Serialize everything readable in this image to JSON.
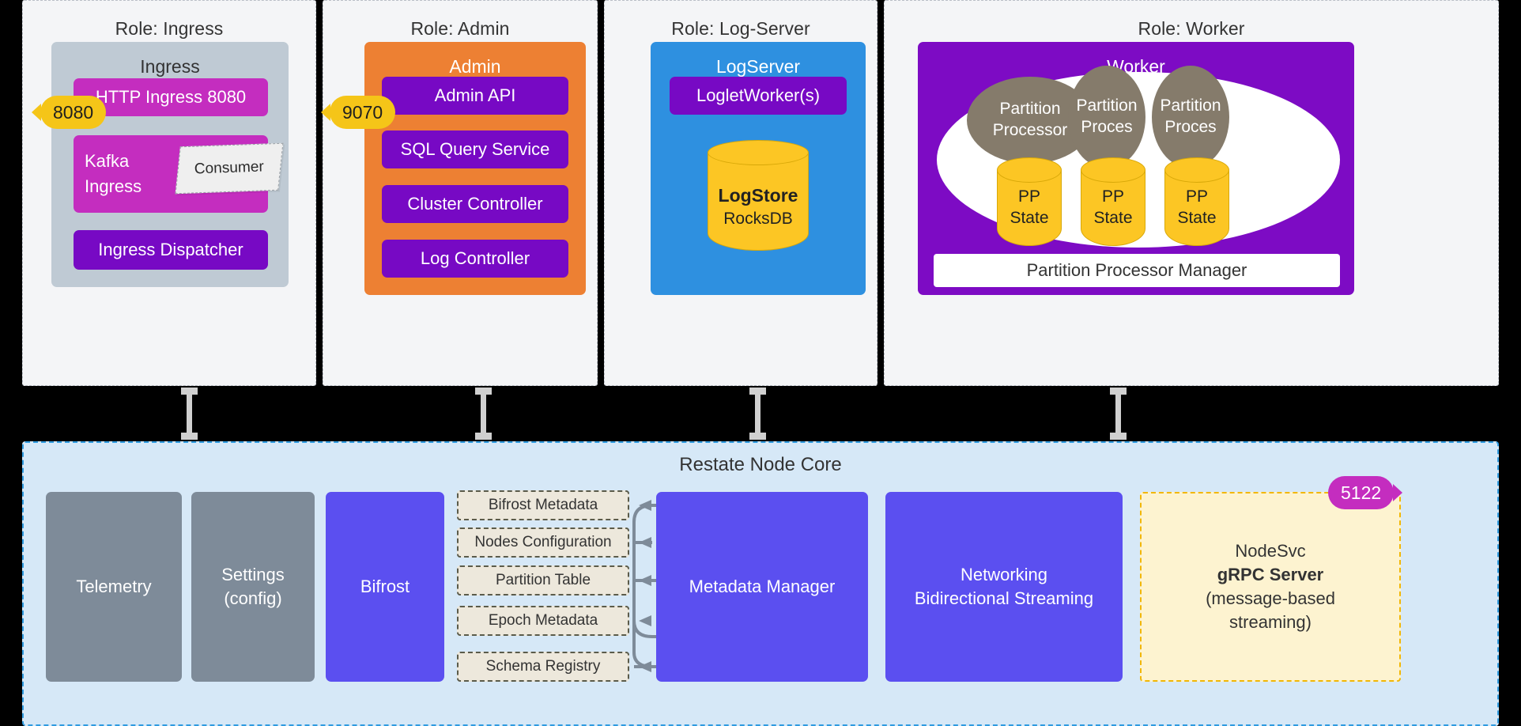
{
  "roles": [
    {
      "role_label": "Role: Ingress",
      "card_title": "Ingress",
      "port": "8080",
      "items": [
        "HTTP Ingress 8080",
        "Kafka Ingress",
        "Ingress Dispatcher"
      ],
      "note_label": "Consumer"
    },
    {
      "role_label": "Role: Admin",
      "card_title": "Admin",
      "port": "9070",
      "items": [
        "Admin API",
        "SQL Query Service",
        "Cluster Controller",
        "Log Controller"
      ]
    },
    {
      "role_label": "Role: Log-Server",
      "card_title": "LogServer",
      "items": [
        "LogletWorker(s)"
      ],
      "store": {
        "title": "LogStore",
        "subtitle": "RocksDB"
      }
    },
    {
      "role_label": "Role: Worker",
      "card_title": "Worker",
      "processors": [
        {
          "label": "Partition Processor",
          "state": "PP State"
        },
        {
          "label": "Partition Proces",
          "state": "PP State"
        },
        {
          "label": "Partition Proces",
          "state": "PP State"
        }
      ],
      "manager": "Partition Processor Manager"
    }
  ],
  "core": {
    "title": "Restate Node Core",
    "boxes": [
      {
        "label": "Telemetry",
        "color": "#7E8B99"
      },
      {
        "label": "Settings\n(config)",
        "line1": "Settings",
        "line2": "(config)",
        "color": "#7E8B99"
      },
      {
        "label": "Bifrost",
        "color": "#5B4FF0"
      },
      {
        "label": "Metadata Manager",
        "color": "#5B4FF0"
      },
      {
        "label": "Networking Bidirectional Streaming",
        "line1": "Networking",
        "line2": "Bidirectional Streaming",
        "color": "#5B4FF0"
      }
    ],
    "metadata_items": [
      "Bifrost Metadata",
      "Nodes Configuration",
      "Partition Table",
      "Epoch Metadata",
      "Schema Registry"
    ],
    "nodesvc": {
      "line1": "NodeSvc",
      "line2": "gRPC Server",
      "line3": "(message-based",
      "line4": "streaming)",
      "port": "5122"
    }
  },
  "colors": {
    "ingress_card": "#BFCAD4",
    "magenta": "#C42DBF",
    "deep_purple": "#7709C4",
    "orange": "#ED8033",
    "blue": "#2E90E0",
    "worker_purple": "#7D0BC4",
    "yellow": "#FCC624",
    "gray_box": "#7E8B99",
    "indigo": "#5B4FF0",
    "core_bg": "#D6E8F7"
  }
}
